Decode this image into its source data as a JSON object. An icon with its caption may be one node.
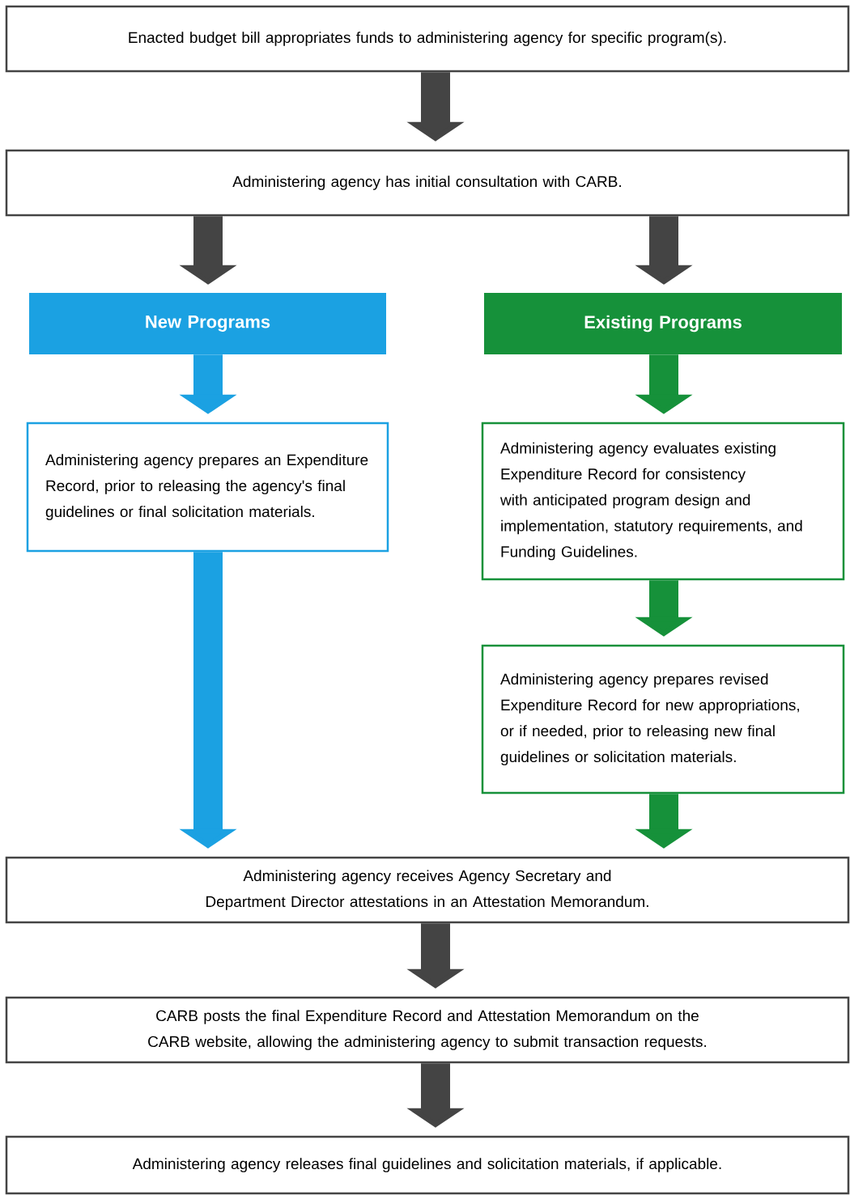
{
  "diagram": {
    "nodes": [
      {
        "text": [
          "Enacted budget bill appropriates funds to administering agency for specific program(s)."
        ]
      },
      {
        "text": [
          "Administering agency has initial consultation with CARB."
        ]
      },
      {
        "text": [
          "New Programs"
        ]
      },
      {
        "text": [
          "Existing Programs"
        ]
      },
      {
        "text": [
          "Administering agency prepares an Expenditure Record, prior to releasing the agency's final guidelines or final solicitation materials."
        ]
      },
      {
        "text": [
          "Administering agency evaluates existing Expenditure Record for consistency with anticipated program design and implementation, statutory requirements, and Funding Guidelines."
        ]
      },
      {
        "text": [
          "Administering agency prepares revised Expenditure Record for new appropriations, or if needed, prior to releasing new final guidelines or solicitation materials."
        ]
      },
      {
        "text": [
          "Administering agency receives Agency Secretary and Department Director attestations in an Attestation Memorandum."
        ]
      },
      {
        "text": [
          "CARB posts the final Expenditure Record and Attestation Memorandum on the CARB website, allowing the administering agency to submit transaction requests."
        ]
      },
      {
        "text": [
          "Administering agency releases final guidelines and solicitation materials, if applicable."
        ]
      }
    ],
    "edges": [
      {
        "from": 0,
        "to": 1,
        "arrow": "to"
      },
      {
        "from": 1,
        "to": 2,
        "arrow": "to"
      },
      {
        "from": 1,
        "to": 3,
        "arrow": "to"
      },
      {
        "from": 2,
        "to": 4,
        "arrow": "to",
        "color": "#1ba1e2"
      },
      {
        "from": 3,
        "to": 5,
        "arrow": "to",
        "color": "#16913a"
      },
      {
        "from": 5,
        "to": 6,
        "arrow": "to",
        "color": "#16913a"
      },
      {
        "from": 4,
        "to": 7,
        "arrow": "to",
        "color": "#1ba1e2"
      },
      {
        "from": 6,
        "to": 7,
        "arrow": "to",
        "color": "#16913a"
      },
      {
        "from": 7,
        "to": 8,
        "arrow": "to"
      },
      {
        "from": 8,
        "to": 9,
        "arrow": "to"
      }
    ]
  }
}
